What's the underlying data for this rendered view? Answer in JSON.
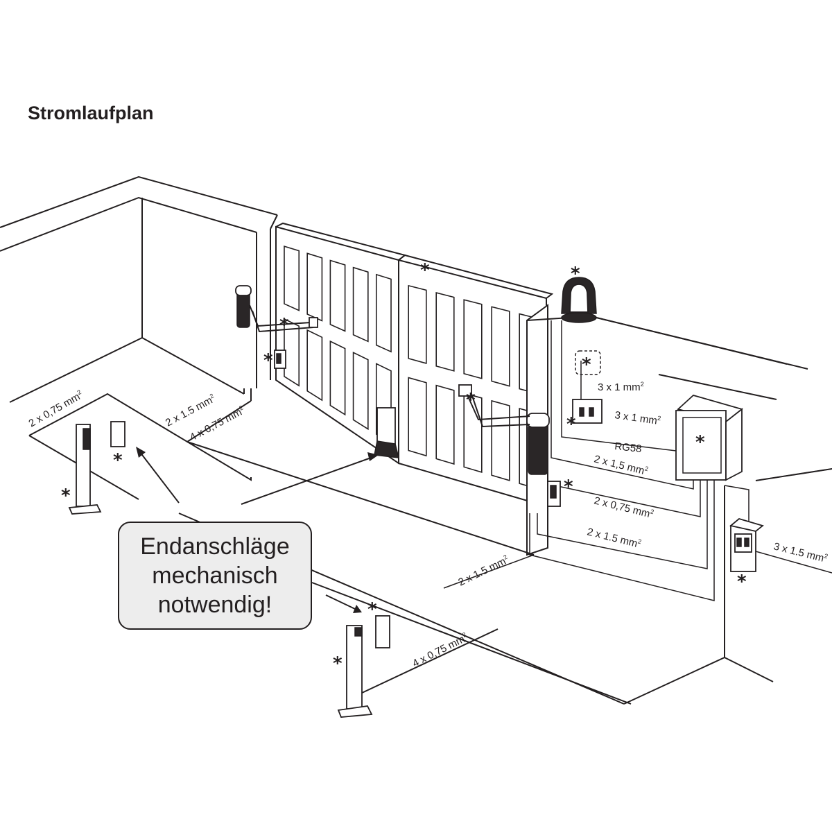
{
  "title": "Stromlaufplan",
  "callout": {
    "line1": "Endanschläge",
    "line2": "mechanisch",
    "line3": "notwendig!"
  },
  "cables": {
    "left_post": "2 x 0,75 mm",
    "wall_1_5": "2 x 1.5 mm",
    "wall_4_075": "4 x 0,75 mm",
    "keypad_1": "3 x 1 mm",
    "keypad_2": "3 x 1 mm",
    "rg58": "RG58",
    "motor_right": "2 x 1,5 mm",
    "photocell": "2 x 0,75 mm",
    "lower": "2 x 1.5 mm",
    "ground": "2 x 1.5 mm",
    "front_post": "4 x 0,75 mm",
    "mains": "3 x 1.5 mm",
    "sup": "2"
  },
  "marker": "*",
  "icons": {
    "left_motor": "swing-gate-motor-icon",
    "right_motor": "swing-gate-motor-icon",
    "lamp": "flashing-lamp-icon",
    "antenna": "antenna-icon",
    "keyswitch": "keyswitch-icon",
    "control": "control-box-icon",
    "mains": "mains-switch-icon",
    "photocell": "photocell-icon",
    "post": "photocell-post-icon",
    "stop": "gate-stop-icon"
  }
}
